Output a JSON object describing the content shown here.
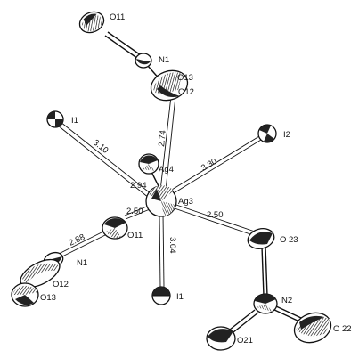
{
  "atoms": {
    "o11_top": "O11",
    "n1_top": "N1",
    "o13_top": "O13",
    "o12_top": "O12",
    "i1_left": "I1",
    "i2_right": "I2",
    "ag4": "Ag4",
    "ag3": "Ag3",
    "o11_mid": "O11",
    "n1_left": "N1",
    "o12_bottom": "O12",
    "o13_bottom": "O13",
    "i1_bottom": "I1",
    "o23": "O 23",
    "n2": "N2",
    "o21": "O21",
    "o22": "O 22"
  },
  "distances": {
    "ag_o12": "2.74",
    "ag_i1_left": "3.10",
    "ag_i2": "3.30",
    "ag4_ag3": "2.94",
    "ag_o11": "2.50",
    "ag_o23": "2.50",
    "o11_n1": "2.88",
    "ag_i1_bottom": "3.04"
  }
}
